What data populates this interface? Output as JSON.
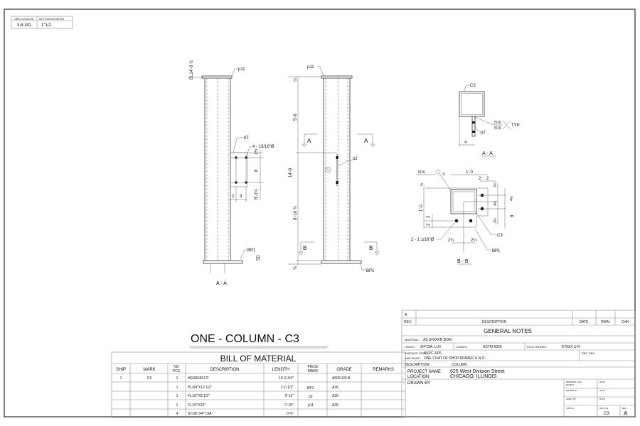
{
  "grid_box": {
    "headers": [
      "GRID LOCATION",
      "BOTTOM ELEVATION"
    ],
    "values": [
      "3.8-3/D.",
      "1\"1/2"
    ]
  },
  "elevation_left": {
    "elevation": "EL14'-9 ½",
    "top_plate": "p11",
    "stiffener": "p2",
    "holes": "4 - 13/16\"Ø",
    "dim_top": "1½",
    "dim_mid": "8",
    "dim_bottom": "8'-1¼",
    "dim_h1": "2",
    "dim_h2": "3",
    "base_plate": "BP1",
    "dim_base": "5D",
    "caption": "A - A"
  },
  "elevation_right": {
    "top_plate": "p11",
    "dim_top": "½",
    "dim_upper": "5'-8",
    "dim_total": "14'-8",
    "dim_lower": "8'-10 ¾",
    "dim_bottom": "¾",
    "section_a": "A",
    "section_b": "B",
    "stiffener": "p2",
    "base_plate": "BP1"
  },
  "section_aa": {
    "member": "C3",
    "weld_top": "5/16",
    "weld_bottom": "5/16",
    "weld_note": "TYP",
    "plate": "p2",
    "dim": "4",
    "caption": "A - A"
  },
  "section_bb": {
    "weld": "5/16",
    "dim_edge": "½",
    "dim_width": "1'-0",
    "dim_a": "2",
    "dim_b": "2",
    "dim_r1": "2¼",
    "dim_r2": "4½",
    "dim_r3": "2¼",
    "dim_rr1": "4½",
    "dim_rr2": "8",
    "dim_left": "1'-0",
    "dim_left_top": "½",
    "dim_l1": "2",
    "dim_l2": "2",
    "holes": "2 - 1 1/16\"Ø",
    "dim_bot1": "2¼",
    "dim_bot2": "2¼",
    "member": "C3",
    "base_plate": "BP1",
    "caption": "B - B"
  },
  "sheet_title": "ONE - COLUMN - C3",
  "bom": {
    "title": "BILL OF MATERIAL",
    "headers": [
      "SHIP",
      "MARK",
      "NO",
      "PCS",
      "DESCRIPTION",
      "LENGTH",
      "PIECE",
      "MARK",
      "GRADE",
      "REMARKS"
    ],
    "rows": [
      {
        "ship": "1",
        "mark": "C3",
        "pcs": "1",
        "desc": "HSS8X8X1/2",
        "length": "14'-6 3/4\"",
        "piece": "",
        "grade": "A500-GR.B",
        "remarks": ""
      },
      {
        "ship": "",
        "mark": "",
        "pcs": "1",
        "desc": "PL3/4\"X12 1/2\"",
        "length": "1'-0 1/2\"",
        "piece": "BP1",
        "grade": "A36",
        "remarks": ""
      },
      {
        "ship": "",
        "mark": "",
        "pcs": "1",
        "desc": "FL1/2\"X8 1/2\"",
        "length": "0'-11\"",
        "piece": "p2",
        "grade": "A36",
        "remarks": ""
      },
      {
        "ship": "",
        "mark": "",
        "pcs": "1",
        "desc": "FL1/2\"X10\"",
        "length": "0'-10\"",
        "piece": "p11",
        "grade": "A36",
        "remarks": ""
      },
      {
        "ship": "",
        "mark": "",
        "pcs": "4",
        "desc": "STUD 3/4\" DIA",
        "length": "0'-6\"",
        "piece": "",
        "grade": "",
        "remarks": ""
      }
    ]
  },
  "title_block": {
    "rev_value": "A",
    "rev_headers": [
      "REV.",
      "DESCRIPTION",
      "DATE",
      "DWN",
      "CHK"
    ],
    "general_notes": "GENERAL NOTES",
    "material_label": "MATERIAL :",
    "material_value": "AS SHOWN BOM",
    "holes_label": "HOLES :",
    "holes_size": "3/4\"",
    "holes_value": "DIA. U.N",
    "connections_label": "CONN'S.:",
    "connections_value": "ASTM A325",
    "electrodes_label": "ELECTRODES :",
    "electrodes_value": "E70XX U.N",
    "surface_label": "SURFACE PREP.",
    "surface_value": "SSPC-SP6",
    "paint_label": "AND PAINT:",
    "paint_value": "ONE COAT OF SHOP PRIMER U.N.O.",
    "ref_label": "REF. DRG.",
    "description_label": "DESCRIPTION:",
    "description_value": "COLUMN",
    "project_label": "PROJECT NAME",
    "project_value": "625 West Division Street",
    "location_label": "LOCATION",
    "location_value": "CHICAGO, ILLINOIS",
    "drawn_by_label": "DRAWN BY",
    "drawing_file_label": "DRAWING FILE",
    "modify_label": "MODIFY",
    "drawn_label": "DRAWN BY",
    "checked_label": "CHKD. BY",
    "job_label": "JOB No.",
    "date_label": "DATE",
    "drg_label": "DRG. No.",
    "drg_value": "C3",
    "rev_label": "REV.",
    "rev_final": "A"
  }
}
